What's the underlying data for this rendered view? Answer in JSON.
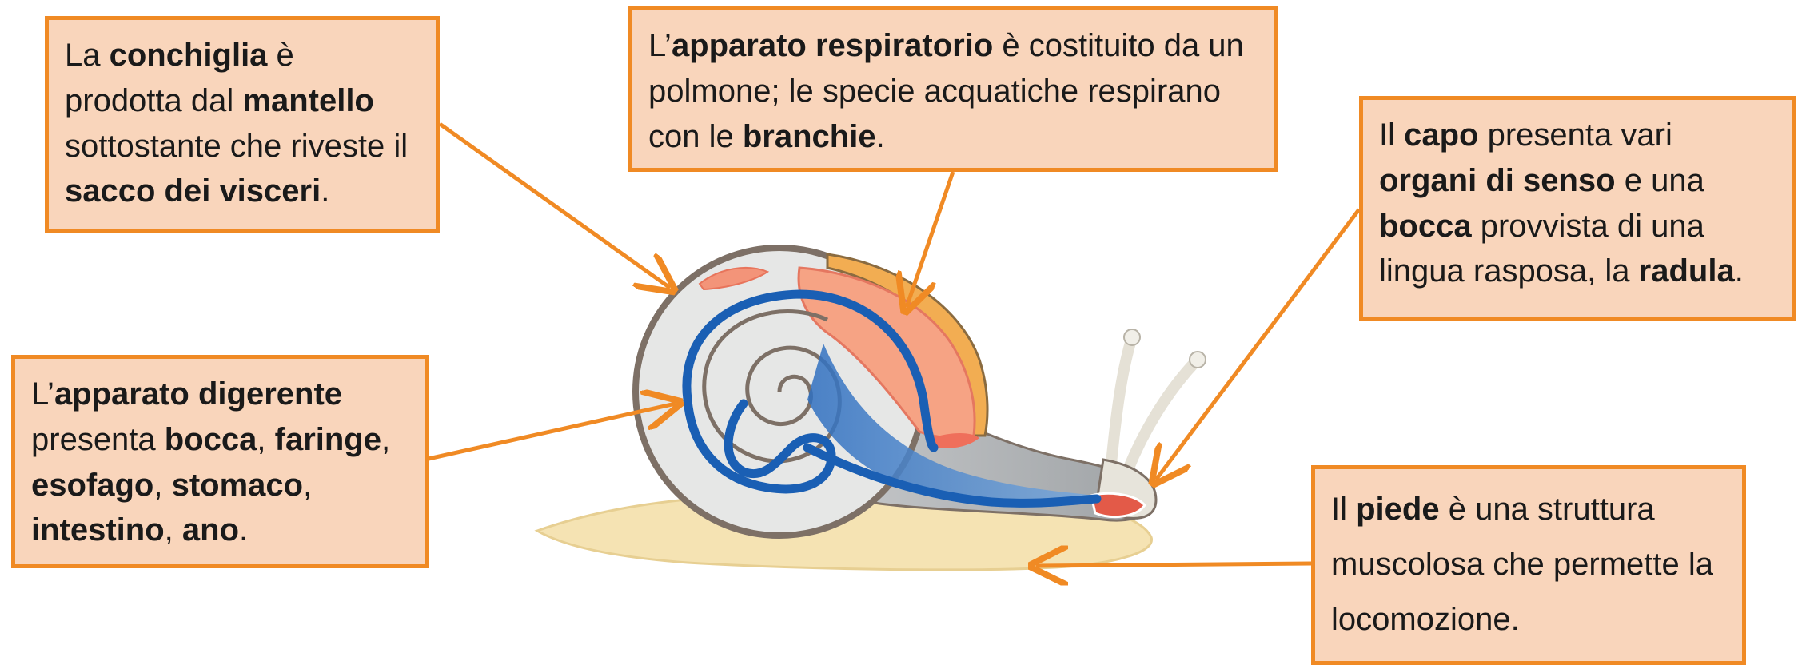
{
  "callouts": {
    "shell": {
      "parts": [
        "La ",
        "conchiglia",
        " è prodotta dal ",
        "mantello",
        " sottostante che riveste il ",
        "sacco dei visceri",
        "."
      ]
    },
    "respiratory": {
      "parts": [
        "L’",
        "apparato respiratorio",
        " è costituito da un polmone; le specie acquatiche respirano con le ",
        "branchie",
        "."
      ]
    },
    "head": {
      "parts": [
        "Il ",
        "capo",
        " presenta vari ",
        "organi di senso",
        " e una ",
        "bocca",
        " provvista di una lingua rasposa, la ",
        "radula",
        "."
      ]
    },
    "digestive": {
      "parts": [
        "L’",
        "apparato digerente",
        " presenta ",
        "bocca",
        ", ",
        "faringe",
        ", ",
        "esofago",
        ", ",
        "stomaco",
        ", ",
        "intestino",
        ", ",
        "ano",
        "."
      ]
    },
    "foot": {
      "parts": [
        "Il ",
        "piede",
        " è una struttura muscolosa che permette la locomozione."
      ]
    }
  },
  "colors": {
    "callout_fill": "#f9d5bb",
    "callout_border": "#f08a24",
    "arrow": "#f08a24",
    "foot": "#f5e3b3",
    "shell_outline": "#7d7066",
    "intestine": "#1a5fb4",
    "lung": "#f6a384",
    "body_gray": "#c9cbcc"
  }
}
